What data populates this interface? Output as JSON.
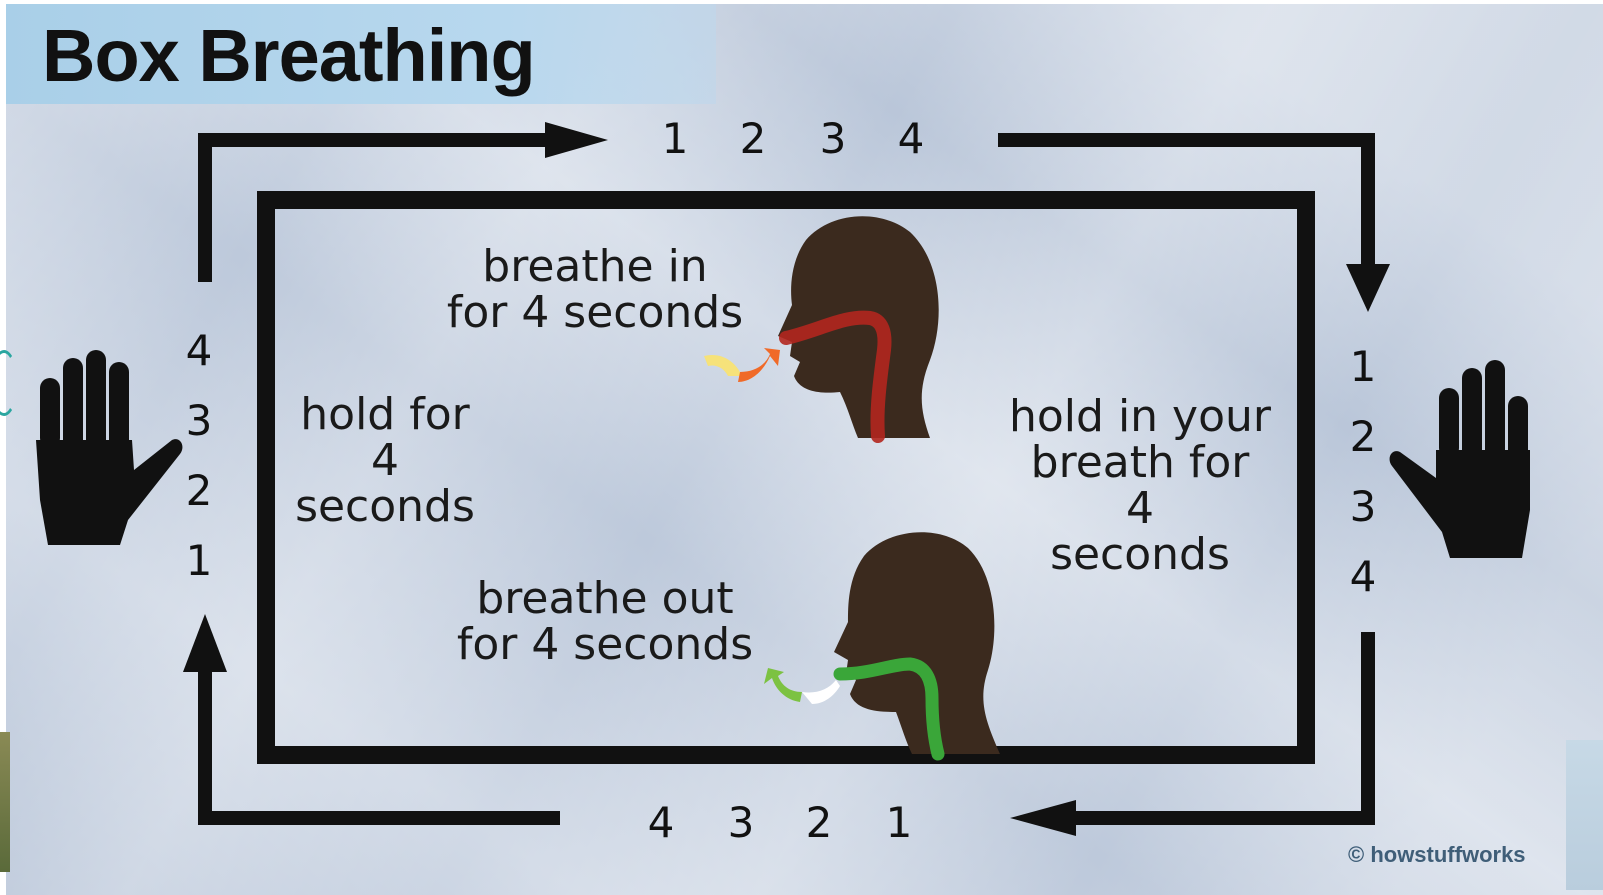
{
  "title": "Box Breathing",
  "top_counts": [
    "1",
    "2",
    "3",
    "4"
  ],
  "right_counts": [
    "1",
    "2",
    "3",
    "4"
  ],
  "bottom_counts": [
    "4",
    "3",
    "2",
    "1"
  ],
  "left_counts": [
    "4",
    "3",
    "2",
    "1"
  ],
  "steps": {
    "breathe_in": [
      "breathe in",
      "for 4 seconds"
    ],
    "hold_left": [
      "hold for",
      "4",
      "seconds"
    ],
    "hold_right": [
      "hold in your",
      "breath for",
      "4",
      "seconds"
    ],
    "breathe_out": [
      "breathe out",
      "for 4 seconds"
    ]
  },
  "credit": "© howstuffworks",
  "icons": {
    "left_hand": "raised-hand-icon",
    "right_hand": "raised-hand-icon",
    "head_in": "head-profile-inhale-icon",
    "head_out": "head-profile-exhale-icon"
  },
  "colors": {
    "inhale_path": "#b3261e",
    "exhale_path": "#3aa639",
    "inhale_arrow": "#f06a28",
    "exhale_arrow": "#7cc242",
    "head": "#3b2a1e",
    "frame": "#111111"
  }
}
